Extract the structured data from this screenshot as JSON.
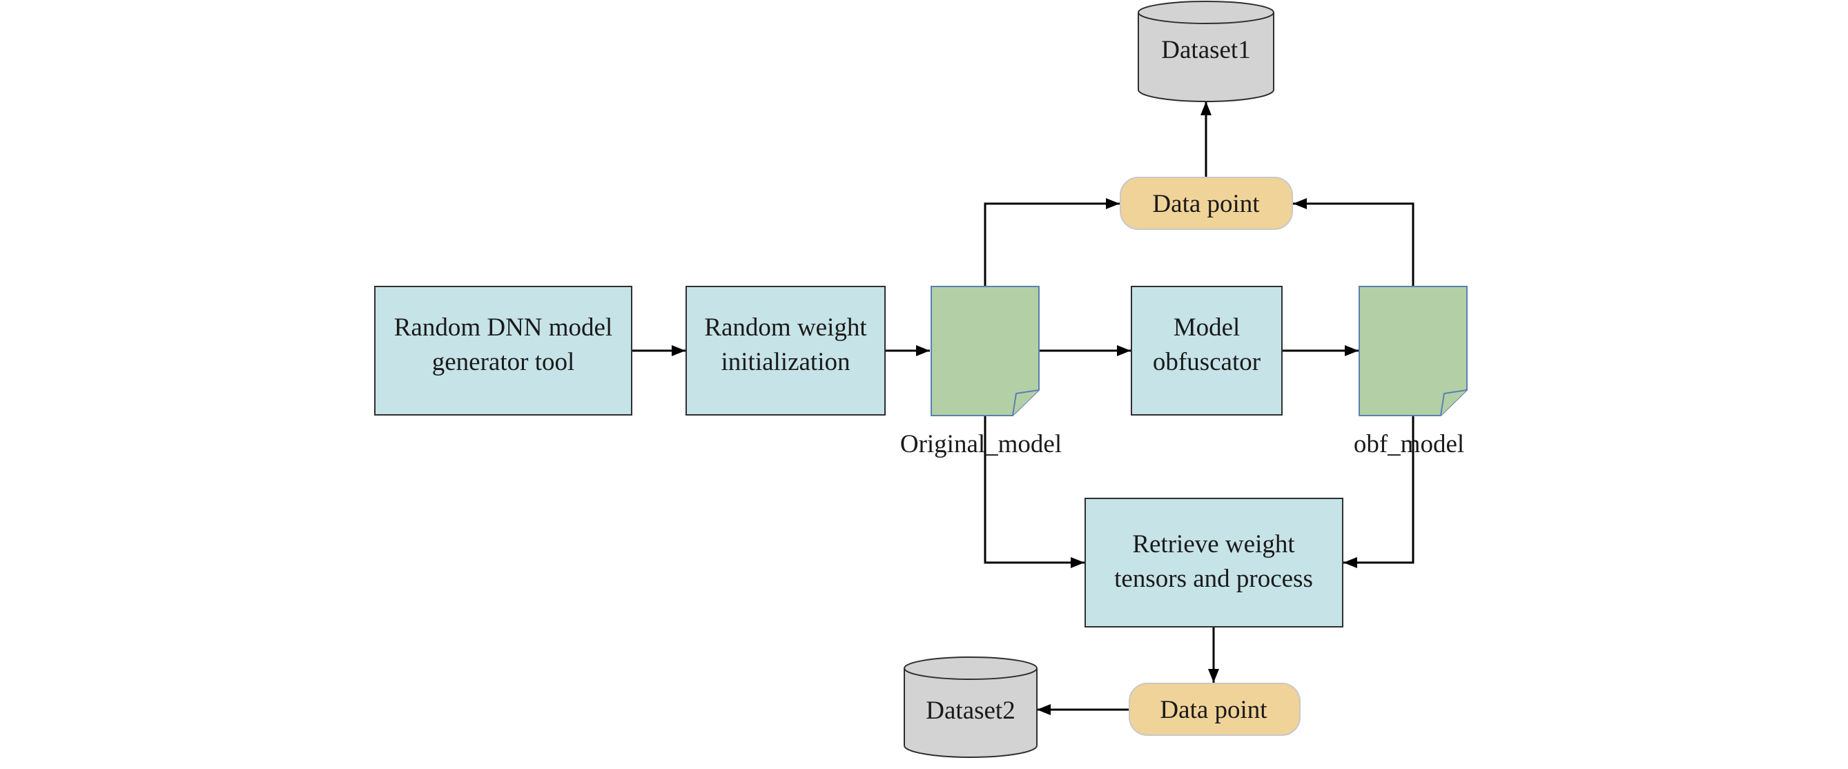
{
  "colors": {
    "process_fill": "#c6e3e7",
    "process_stroke": "#2f2f2f",
    "document_fill": "#b3cfa6",
    "document_stroke": "#5a7fb0",
    "terminal_fill": "#f0d398",
    "terminal_stroke": "#c8c8c8",
    "database_fill": "#d3d3d3",
    "database_stroke": "#2f2f2f",
    "arrow": "#000000"
  },
  "nodes": {
    "generator": {
      "line1": "Random DNN model",
      "line2": "generator tool"
    },
    "init": {
      "line1": "Random weight",
      "line2": "initialization"
    },
    "original_model": {
      "label": "Original_model"
    },
    "obfuscator": {
      "line1": "Model",
      "line2": "obfuscator"
    },
    "obf_model": {
      "label": "obf_model"
    },
    "data_point_top": {
      "label": "Data point"
    },
    "dataset1": {
      "label": "Dataset1"
    },
    "retrieve": {
      "line1": "Retrieve weight",
      "line2": "tensors and process"
    },
    "data_point_bottom": {
      "label": "Data point"
    },
    "dataset2": {
      "label": "Dataset2"
    }
  }
}
